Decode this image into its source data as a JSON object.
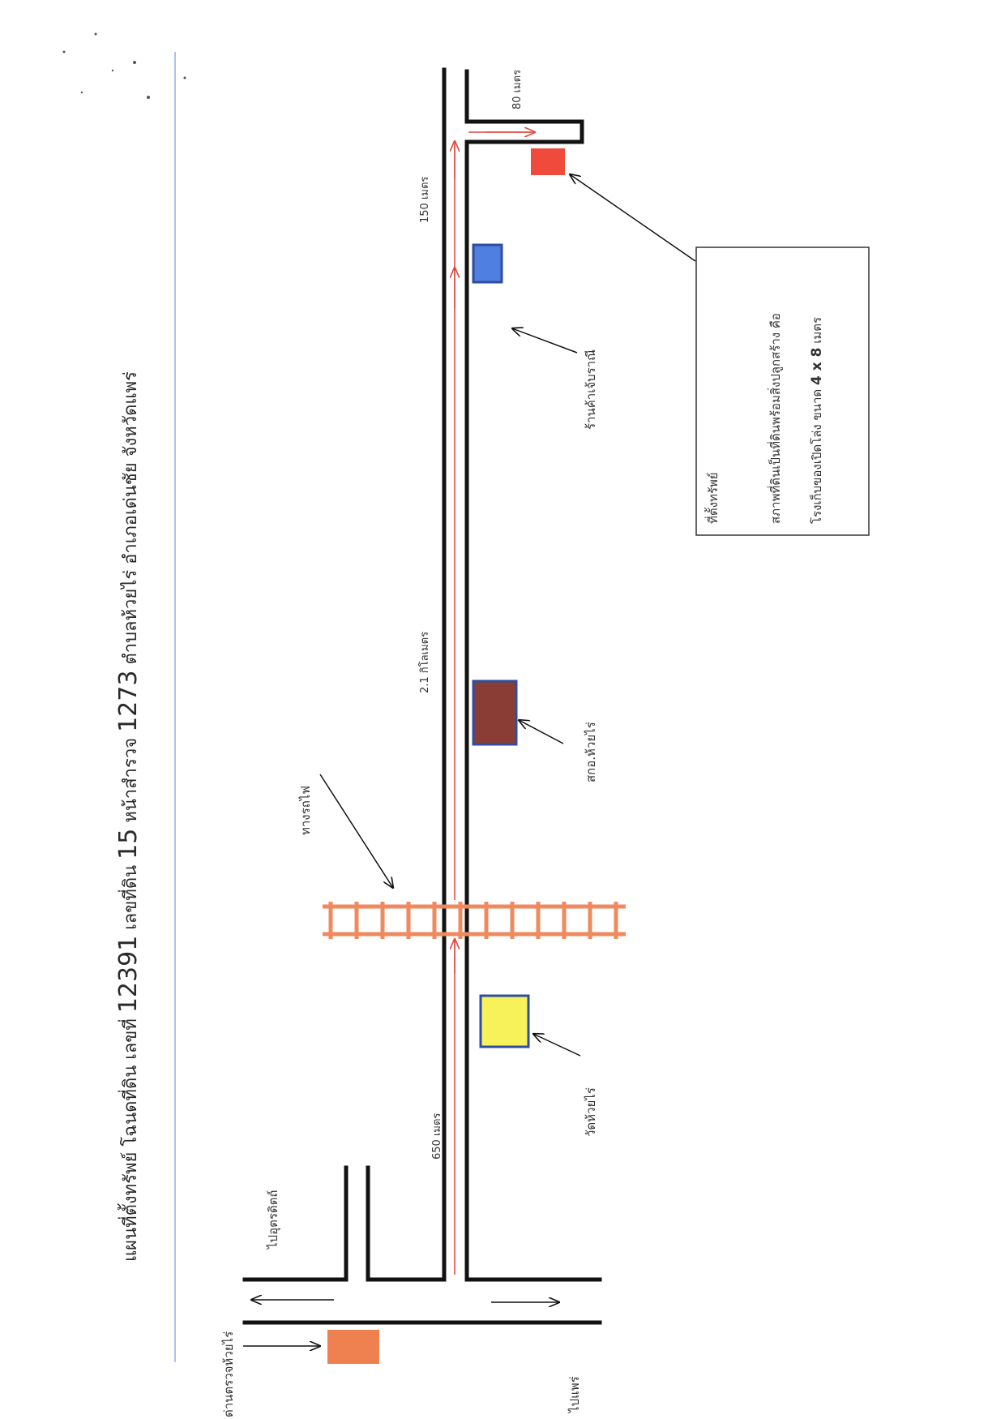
{
  "title": {
    "prefix": "แผนที่ตั้งทรัพย์  โฉนดที่ดิน  เลขที่",
    "deed_no": "12391",
    "land_label": "เลขที่ดิน",
    "land_no": "15",
    "survey_label": "หน้าสำรวจ",
    "survey_no": "1273",
    "suffix": "ตำบลห้วยไร่  อำเภอเด่นชัย  จังหวัดแพร่"
  },
  "labels": {
    "to_uttaradit": "ไปอุตรดิตถ์",
    "to_phrae": "ไปแพร่",
    "checkpoint": "ด่านตรวจห้วยไร่",
    "wat": "วัดห้วยไร่",
    "railway": "ทางรถไฟ",
    "coop": "สกอ.ห้วยไร่",
    "shop": "ร้านค้าเจ้บราณี"
  },
  "distances": {
    "d650": "650 เมตร",
    "d21": "2.1 กิโลเมตร",
    "d150": "150 เมตร",
    "d80": "80 เมตร"
  },
  "legend": {
    "heading": "ที่ตั้งทรัพย์",
    "line1": "สภาพที่ดินเป็นที่ดินพร้อมสิ่งปลูกสร้าง  คือ",
    "line2_prefix": "โรงเก็บของเปิดโล่ง  ขนาด",
    "size": "4 x 8",
    "unit": "เมตร"
  },
  "colors": {
    "road": "#111111",
    "route": "#e0463e",
    "railway": "#ef8a5e",
    "checkpoint_marker": "#ef8050",
    "wat_marker": "#f7f25a",
    "coop_marker": "#8a3d35",
    "shop_marker": "#4f7fe0",
    "property_marker": "#f04a3c",
    "marker_border": "#2f4ea0",
    "margin_line": "#8fb0e8"
  }
}
